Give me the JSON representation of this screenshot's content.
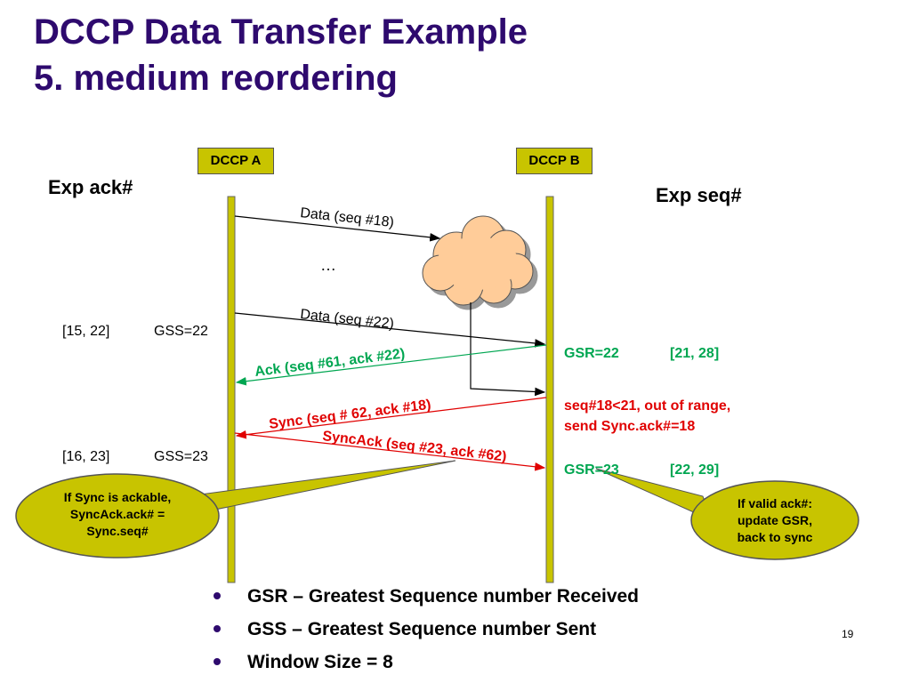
{
  "slide": {
    "title_line1": "DCCP Data Transfer Example",
    "title_line2": "5. medium reordering",
    "page_number": "19"
  },
  "participants": {
    "a": "DCCP A",
    "b": "DCCP B",
    "left_header": "Exp ack#",
    "right_header": "Exp seq#"
  },
  "left_annotations": [
    {
      "range": "[15, 22]",
      "gss": "GSS=22"
    },
    {
      "range": "[16, 23]",
      "gss": "GSS=23"
    }
  ],
  "messages": {
    "data18": "Data (seq #18)",
    "ellipsis": "…",
    "data22": "Data (seq #22)",
    "ack": "Ack (seq #61, ack #22)",
    "sync": "Sync (seq # 62, ack #18)",
    "syncack": "SyncAck (seq #23, ack #62)"
  },
  "right_annotations": {
    "gsr1": "GSR=22",
    "win1": "[21, 28]",
    "oor_line1": "seq#18<21, out of range,",
    "oor_line2": "send Sync.ack#=18",
    "gsr2": "GSR=23",
    "win2": "[22, 29]"
  },
  "callouts": {
    "left": [
      "If Sync is ackable,",
      "SyncAck.ack# =",
      "Sync.seq#"
    ],
    "right": [
      "If valid ack#:",
      "update GSR,",
      "back to sync"
    ]
  },
  "bullets": [
    "GSR – Greatest Sequence number Received",
    "GSS – Greatest Sequence number Sent",
    "Window Size = 8"
  ],
  "colors": {
    "title": "#2e0a6e",
    "lifeline": "#c8c400",
    "cloud": "#ffcc99",
    "ack_green": "#00a651",
    "sync_red": "#e00000"
  }
}
